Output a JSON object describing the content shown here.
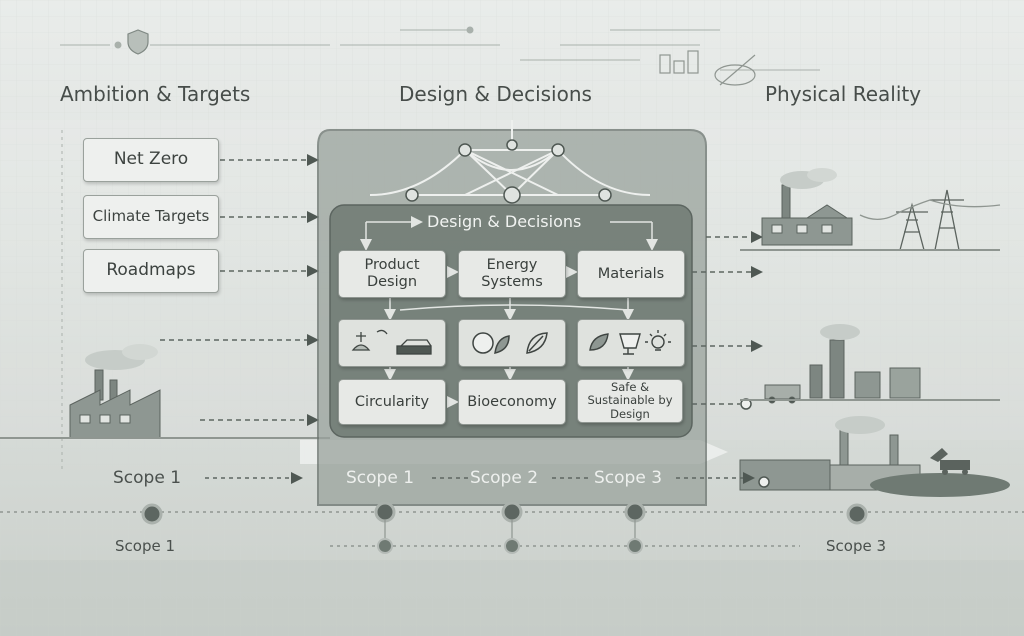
{
  "columns": {
    "left": "Ambition & Targets",
    "center": "Design & Decisions",
    "right": "Physical Reality"
  },
  "targets": [
    "Net Zero",
    "Climate Targets",
    "Roadmaps"
  ],
  "inner_title": "Design & Decisions",
  "decision_boxes": {
    "row1": [
      "Product Design",
      "Energy Systems",
      "Materials"
    ],
    "row3": [
      "Circularity",
      "Bioeconomy",
      "Safe & Sustainable by Design"
    ]
  },
  "scopes": {
    "left_main": "Scope 1",
    "center": [
      "Scope 1",
      "Scope 2",
      "Scope 3"
    ],
    "bottom_left": "Scope 1",
    "bottom_right": "Scope 3"
  },
  "colors": {
    "background": "#dfe3e0",
    "panel_outer": "#9aa39d",
    "panel_inner": "#6f7a73",
    "box_fill": "#e7e9e6",
    "line": "#5d6661"
  },
  "icons": [
    "factory-icon",
    "power-pylon-icon",
    "shield-icon",
    "leaf-icon",
    "lightbulb-icon",
    "cup-icon",
    "excavator-icon"
  ]
}
